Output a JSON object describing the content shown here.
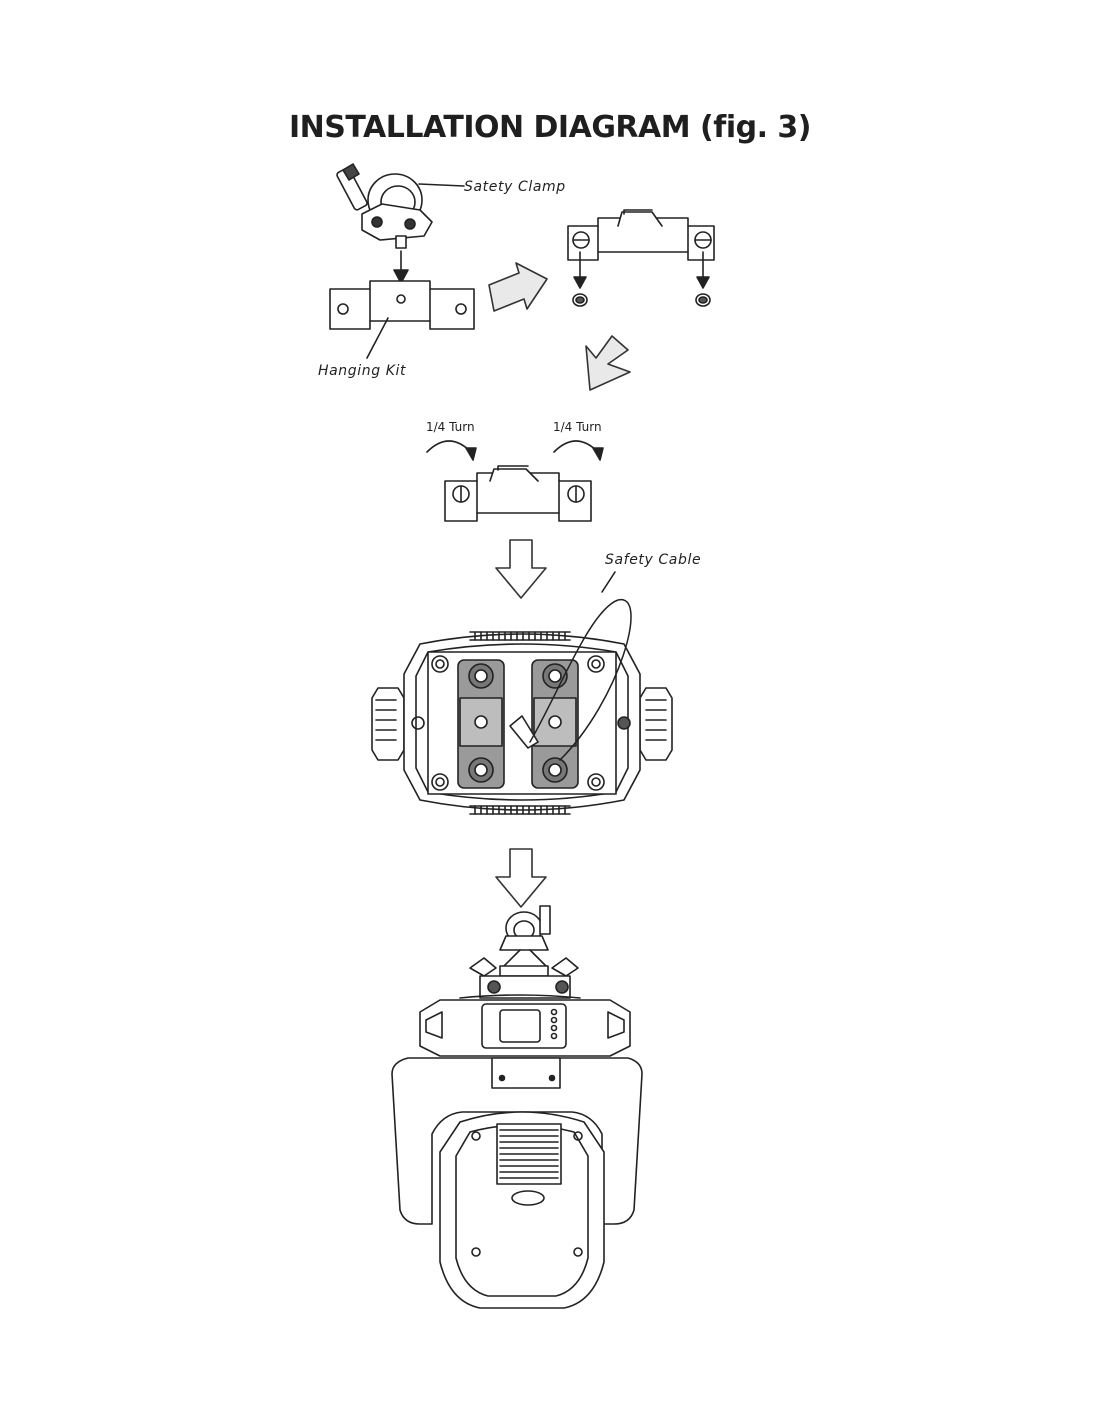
{
  "title": "INSTALLATION DIAGRAM (fig. 3)",
  "labels": {
    "safety_clamp": "Satety Clamp",
    "hanging_kit": "Hanging Kit",
    "turn_left": "1/4 Turn",
    "turn_right": "1/4 Turn",
    "safety_cable": "Safety  Cable"
  }
}
